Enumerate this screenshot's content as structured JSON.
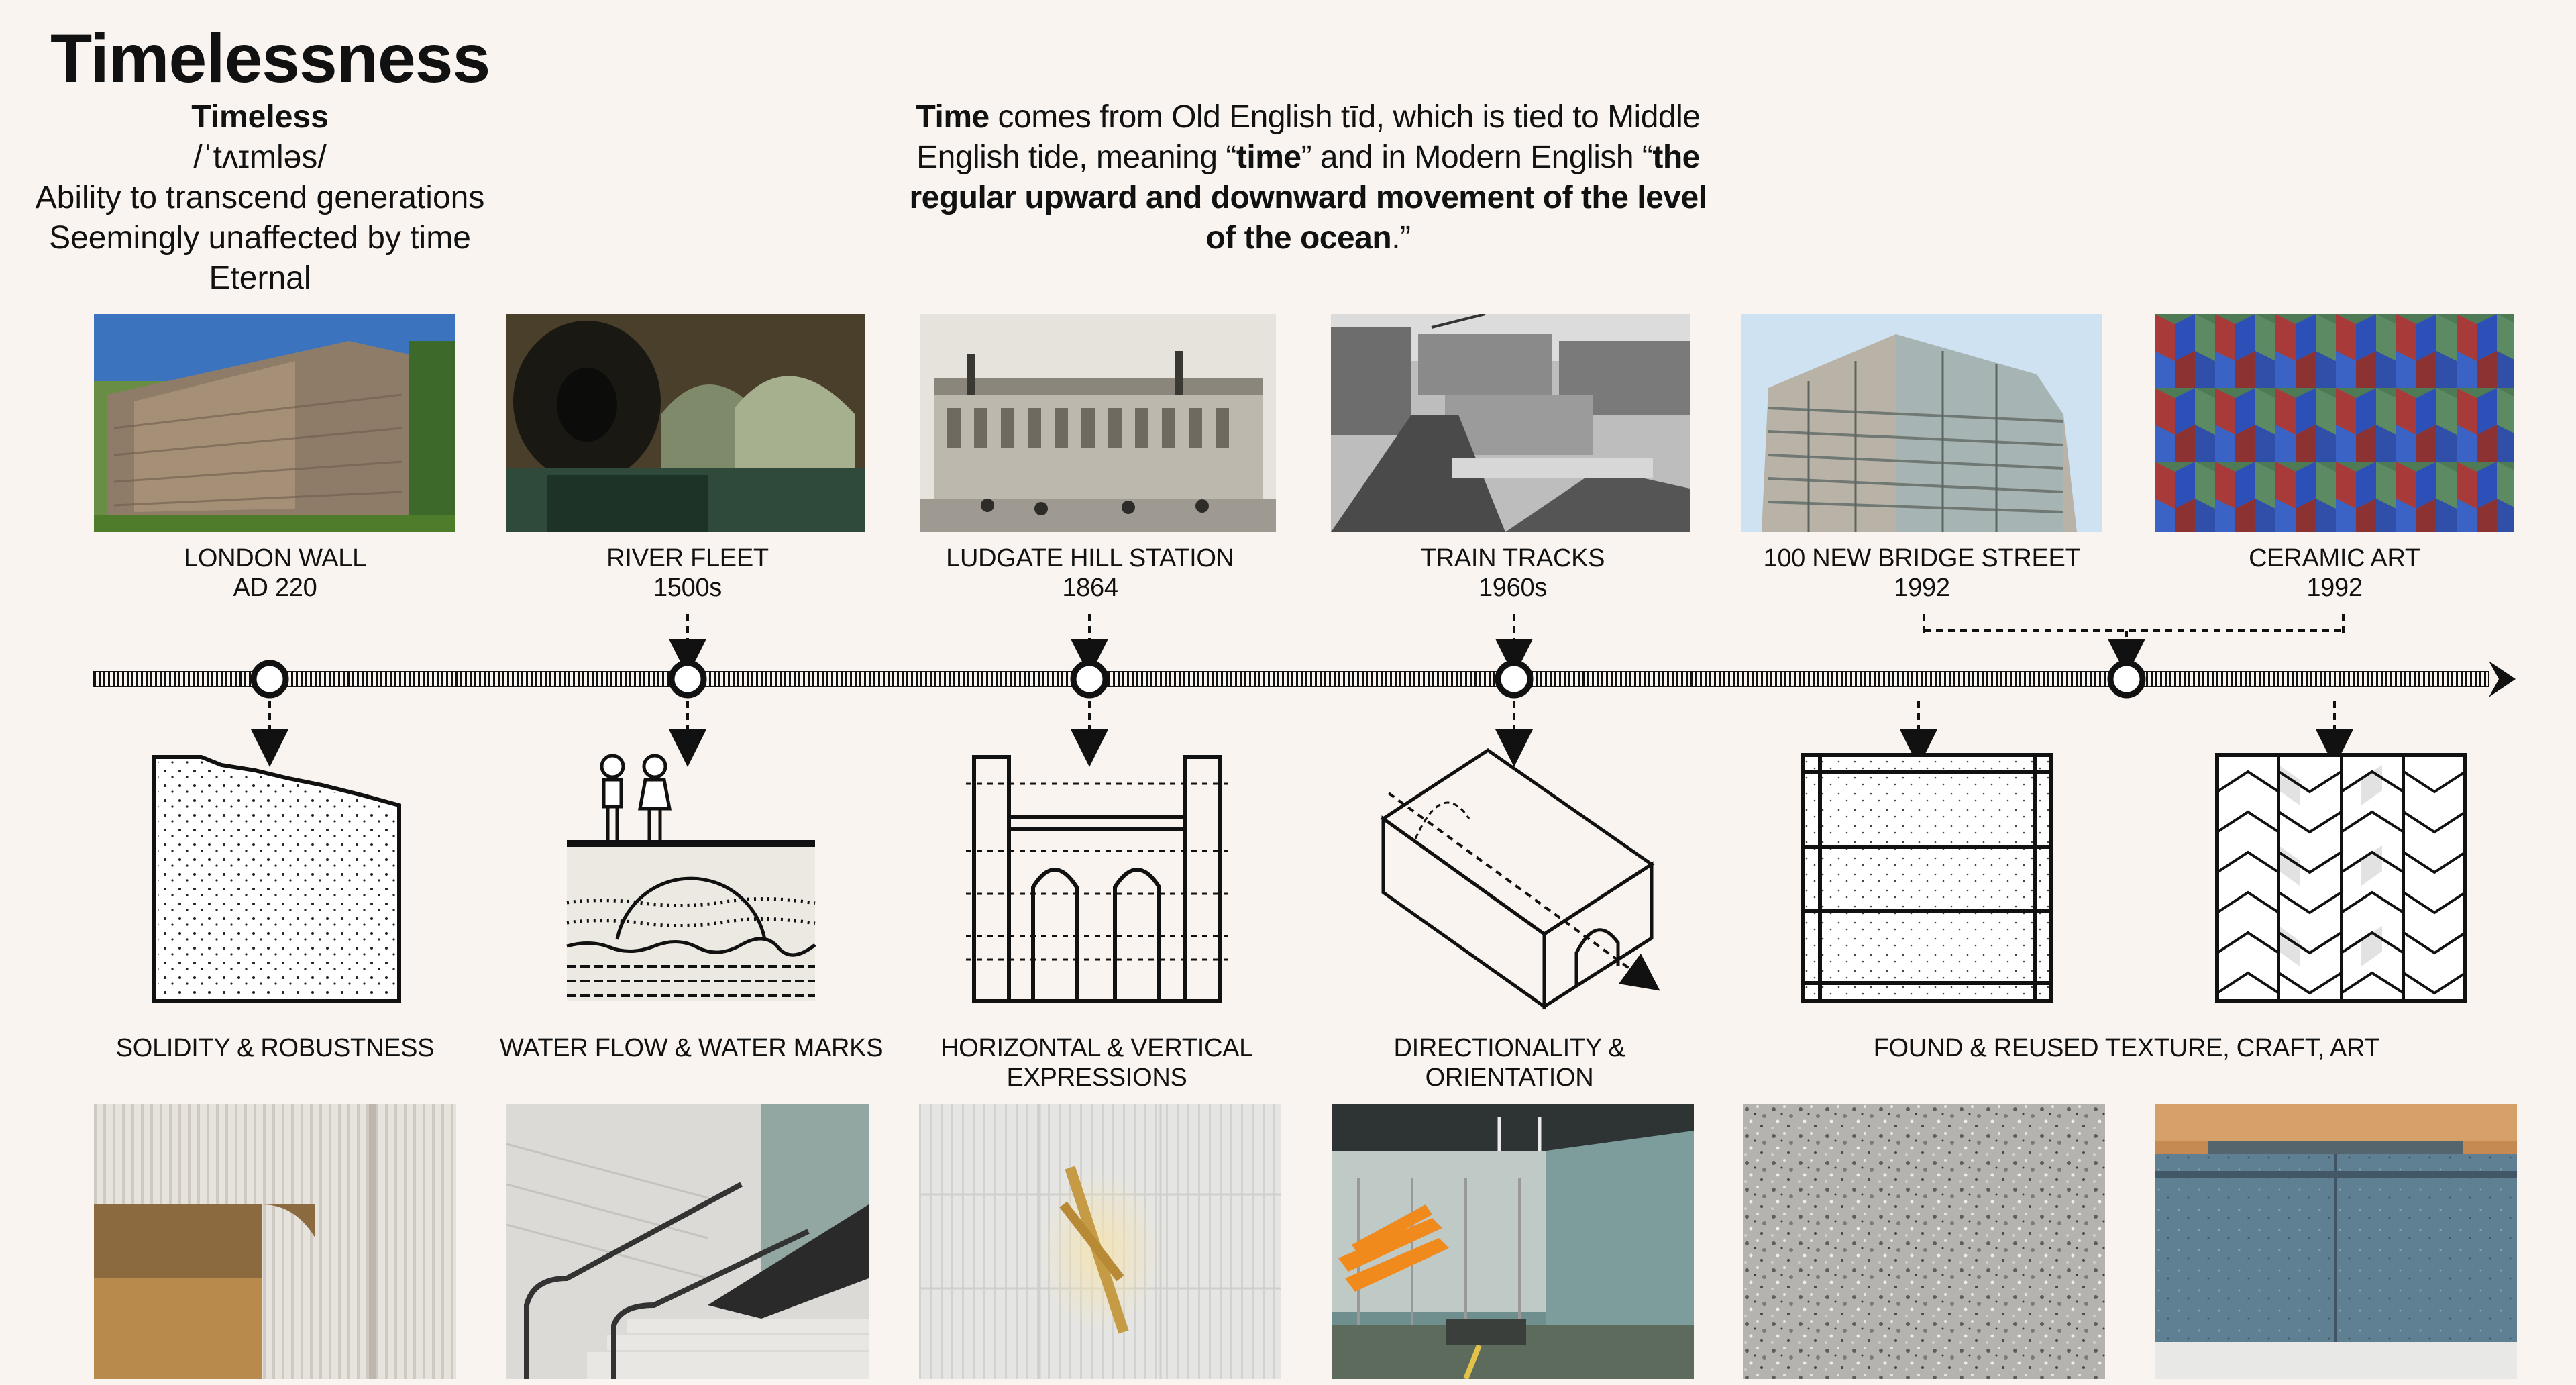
{
  "title": "Timelessness",
  "definition": {
    "word": "Timeless",
    "pronunciation": "/ˈtʌɪmləs/",
    "lines": [
      "Ability to transcend generations",
      "Seemingly unaffected by time",
      "Eternal"
    ]
  },
  "etymology": {
    "l1a": "Time",
    "l1b": " comes from Old English tīd, which is tied to Middle",
    "l2a": "English tide, meaning “",
    "l2b": "time",
    "l2c": "” and in Modern English “",
    "l2d": "the",
    "l3": "regular upward and downward movement of the level",
    "l4a": "of the ocean",
    "l4b": ".”"
  },
  "milestones": [
    {
      "name": "LONDON WALL",
      "date": "AD 220",
      "photo": "roman-wall-photo"
    },
    {
      "name": "RIVER FLEET",
      "date": "1500s",
      "photo": "tunnel-photo"
    },
    {
      "name": "LUDGATE HILL STATION",
      "date": "1864",
      "photo": "station-engraving"
    },
    {
      "name": "TRAIN TRACKS",
      "date": "1960s",
      "photo": "aerial-city-photo"
    },
    {
      "name": "100 NEW BRIDGE STREET",
      "date": "1992",
      "photo": "office-building-photo"
    },
    {
      "name": "CERAMIC ART",
      "date": "1992",
      "photo": "ceramic-tiles-photo"
    }
  ],
  "categories": [
    {
      "lines": [
        "SOLIDITY & ROBUSTNESS"
      ]
    },
    {
      "lines": [
        "WATER FLOW & WATER MARKS"
      ]
    },
    {
      "lines": [
        "HORIZONTAL & VERTICAL",
        "EXPRESSIONS"
      ]
    },
    {
      "lines": [
        "DIRECTIONALITY &",
        "ORIENTATION"
      ]
    },
    {
      "lines": [
        "FOUND & REUSED TEXTURE, CRAFT, ART"
      ]
    }
  ],
  "colors": {
    "background": "#faf4f0",
    "ink": "#111111",
    "accent_orange": "#f08a1c",
    "tile_blue": "#2c4fb8",
    "tile_green": "#4e7a55",
    "tile_red": "#a83a3a"
  }
}
